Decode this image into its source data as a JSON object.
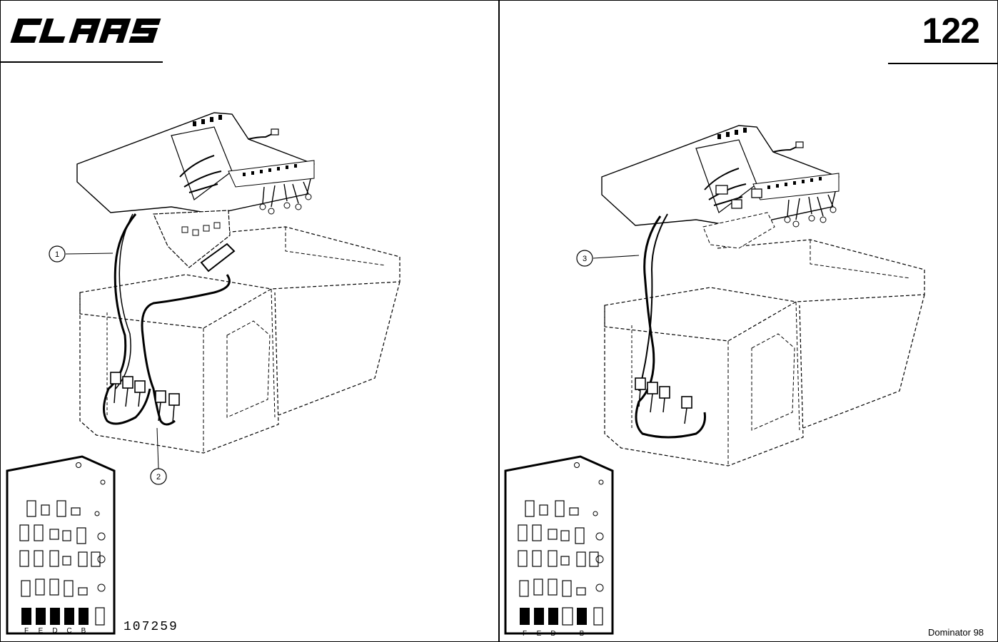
{
  "header": {
    "brand": "CLAAS",
    "page_number": "122"
  },
  "figure_left": {
    "callouts": [
      "1",
      "2"
    ],
    "fuse_letters": [
      "F",
      "E",
      "D",
      "C",
      "B"
    ],
    "drawing_number": "107259"
  },
  "figure_right": {
    "callouts": [
      "3"
    ],
    "fuse_letters": [
      "F",
      "E",
      "D",
      "B"
    ]
  },
  "footer": {
    "model": "Dominator 98"
  }
}
